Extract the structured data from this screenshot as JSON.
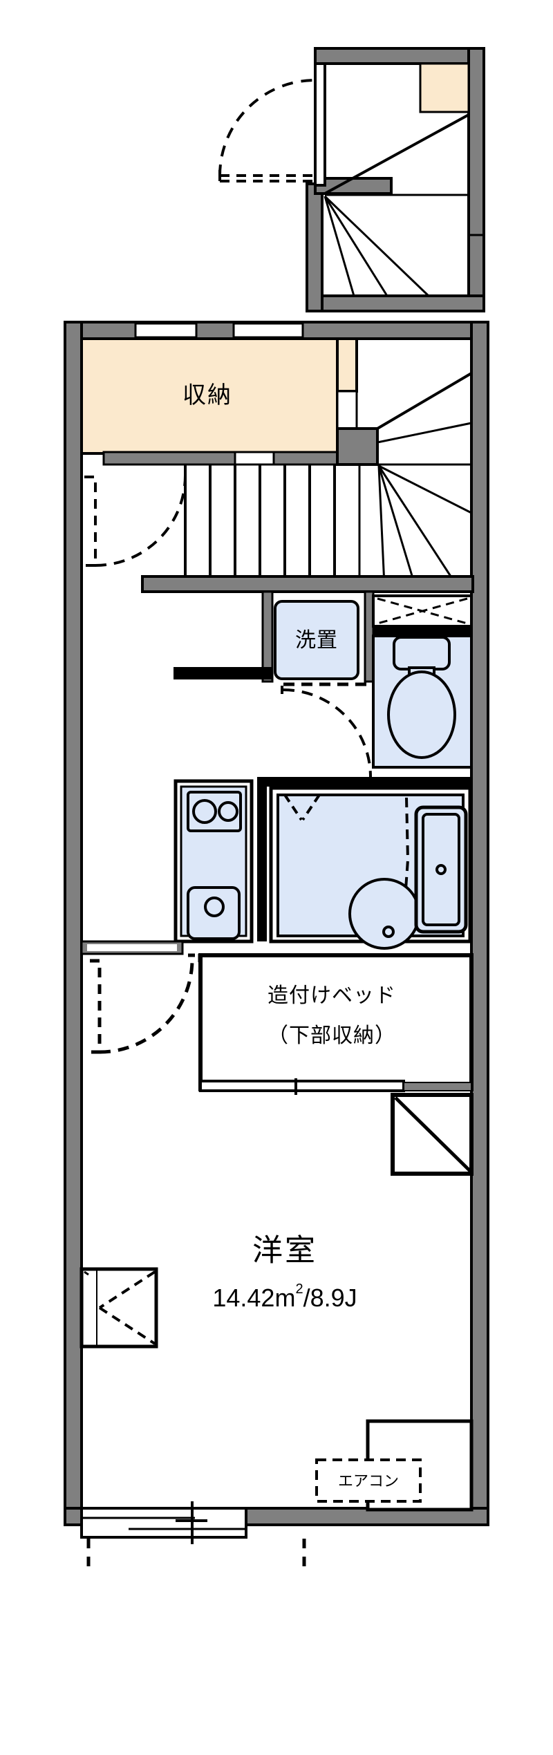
{
  "plan": {
    "type": "japanese-apartment-floor-plan",
    "unit_type": "1K",
    "colors": {
      "wall_fill": "#808080",
      "wall_stroke": "#000000",
      "storage_fill": "#fbe9cd",
      "fixture_fill": "#dce7f8",
      "background": "#ffffff",
      "line": "#000000"
    }
  },
  "rooms": [
    {
      "id": "storage",
      "label": "収納",
      "english": "Storage / Closet",
      "fill": "#fbe9cd"
    },
    {
      "id": "washer",
      "label": "洗置",
      "english": "Washing machine space",
      "fill": "#dce7f8"
    },
    {
      "id": "builtin_bed",
      "label_line1": "造付けベッド",
      "label_line2": "（下部収納）",
      "english": "Built-in bed (storage underneath)"
    },
    {
      "id": "main_room",
      "label": "洋室",
      "english": "Western-style room",
      "area_metric": "14.42m",
      "area_sup": "2",
      "area_sep": "/",
      "area_jo": "8.9J",
      "area_full": "14.42m²/8.9J"
    }
  ],
  "annotations": [
    {
      "id": "aircon",
      "label": "エアコン",
      "english": "Air conditioner",
      "style": "dashed-box"
    }
  ],
  "fixtures": [
    {
      "id": "toilet",
      "name": "toilet-fixture"
    },
    {
      "id": "bathtub",
      "name": "bathtub-fixture"
    },
    {
      "id": "bath_sink",
      "name": "bath-sink-fixture"
    },
    {
      "id": "kitchen_stove",
      "name": "stove-two-burner"
    },
    {
      "id": "kitchen_sink",
      "name": "kitchen-sink"
    },
    {
      "id": "stairs_lower",
      "name": "straight-stair-run"
    },
    {
      "id": "stairs_winder",
      "name": "winder-stair"
    },
    {
      "id": "entrance_door",
      "name": "entrance-door-swing"
    },
    {
      "id": "balcony_window",
      "name": "sliding-window"
    },
    {
      "id": "side_window",
      "name": "casement-window"
    },
    {
      "id": "upper_stair_inset",
      "name": "upper-floor-stair-detail"
    }
  ]
}
